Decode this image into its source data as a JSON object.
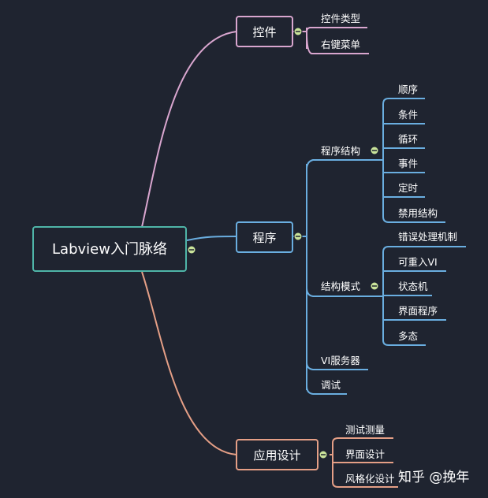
{
  "root": {
    "label": "Labview入门脉络"
  },
  "branches": [
    {
      "label": "控件",
      "color": "#d9a6cf",
      "children": [
        {
          "label": "控件类型"
        },
        {
          "label": "右键菜单"
        }
      ]
    },
    {
      "label": "程序",
      "color": "#6aaee0",
      "children": [
        {
          "label": "程序结构",
          "children": [
            "顺序",
            "条件",
            "循环",
            "事件",
            "定时",
            "禁用结构"
          ]
        },
        {
          "label": "结构模式",
          "children": [
            "错误处理机制",
            "可重入VI",
            "状态机",
            "界面程序",
            "多态"
          ]
        },
        {
          "label": "VI服务器"
        },
        {
          "label": "调试"
        }
      ]
    },
    {
      "label": "应用设计",
      "color": "#e59f86",
      "children": [
        {
          "label": "测试测量"
        },
        {
          "label": "界面设计"
        },
        {
          "label": "风格化设计"
        }
      ]
    }
  ],
  "colors": {
    "background": "#1f2430",
    "root_border": "#4fb5a8",
    "collapse_dot": "#c9e39a"
  },
  "watermark": "知乎 @挽年"
}
